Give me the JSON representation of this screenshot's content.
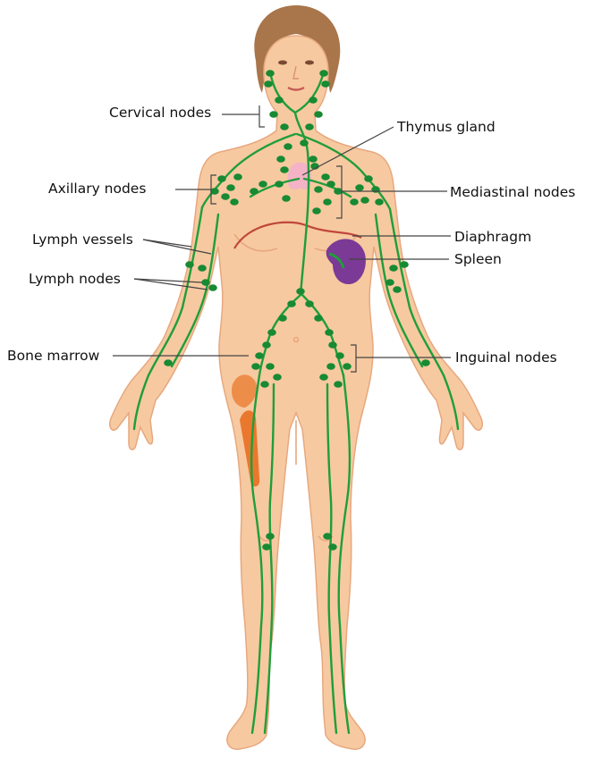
{
  "colors": {
    "skin": "#f7c9a0",
    "skin_shadow": "#e7a87e",
    "hair": "#a9754a",
    "lymph": "#1f9e3a",
    "lymph_node": "#178a33",
    "thymus": "#f4b3c6",
    "spleen": "#7b3a96",
    "bone_marrow": "#e9782e",
    "diaphragm": "#c0463c",
    "leader_line": "#444444"
  },
  "labels": {
    "cervical_nodes": "Cervical nodes",
    "thymus_gland": "Thymus gland",
    "axillary_nodes": "Axillary nodes",
    "mediastinal_nodes": "Mediastinal nodes",
    "lymph_vessels": "Lymph vessels",
    "diaphragm": "Diaphragm",
    "spleen": "Spleen",
    "lymph_nodes": "Lymph nodes",
    "inguinal_nodes": "Inguinal nodes",
    "bone_marrow": "Bone marrow"
  }
}
